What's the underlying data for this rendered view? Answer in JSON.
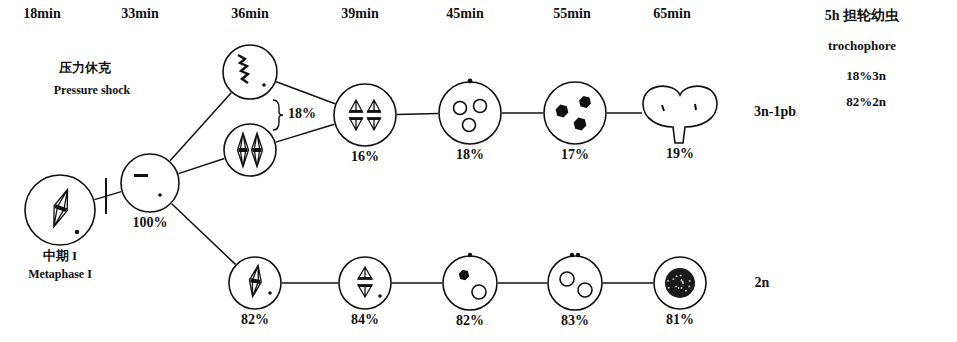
{
  "diagram": {
    "nodes": [
      {
        "text": [
          "中期 I",
          "Metaphase I"
        ]
      },
      {
        "text": [
          "100%"
        ]
      },
      {
        "text": []
      },
      {
        "text": []
      },
      {
        "text": [
          "16%"
        ]
      },
      {
        "text": [
          "18%"
        ]
      },
      {
        "text": [
          "17%"
        ]
      },
      {
        "text": [
          "19%"
        ]
      },
      {
        "text": [
          "82%"
        ]
      },
      {
        "text": [
          "84%"
        ]
      },
      {
        "text": [
          "82%"
        ]
      },
      {
        "text": [
          "83%"
        ]
      },
      {
        "text": [
          "81%"
        ]
      }
    ],
    "edges": [
      {
        "from": 0,
        "to": 1,
        "arrow": "none"
      },
      {
        "from": 1,
        "to": 2,
        "arrow": "none"
      },
      {
        "from": 1,
        "to": 3,
        "arrow": "none"
      },
      {
        "from": 1,
        "to": 8,
        "arrow": "none"
      },
      {
        "from": 2,
        "to": 4,
        "arrow": "none"
      },
      {
        "from": 3,
        "to": 4,
        "arrow": "none"
      },
      {
        "from": 4,
        "to": 5,
        "arrow": "none"
      },
      {
        "from": 5,
        "to": 6,
        "arrow": "none"
      },
      {
        "from": 6,
        "to": 7,
        "arrow": "none"
      },
      {
        "from": 8,
        "to": 9,
        "arrow": "none"
      },
      {
        "from": 9,
        "to": 10,
        "arrow": "none"
      },
      {
        "from": 10,
        "to": 11,
        "arrow": "none"
      },
      {
        "from": 11,
        "to": 12,
        "arrow": "none"
      }
    ],
    "labels": [
      "18min",
      "33min",
      "36min",
      "39min",
      "45min",
      "55min",
      "65min",
      "5h 担轮幼虫",
      "trochophore",
      "压力休克",
      "Pressure shock",
      "18%",
      "3n-1pb",
      "2n",
      "18%3n",
      "82%2n"
    ]
  }
}
